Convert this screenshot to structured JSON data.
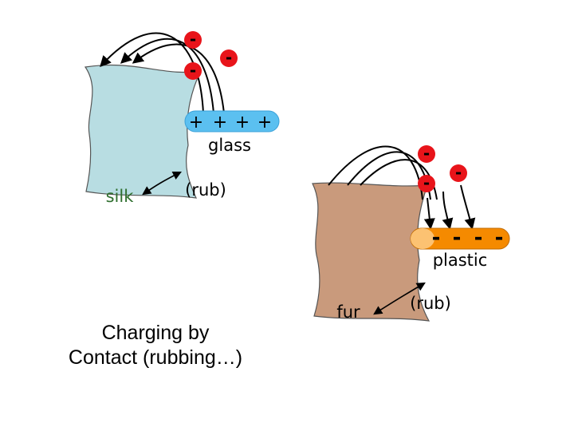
{
  "glass_panel": {
    "material_label": "silk",
    "rod_label": "glass",
    "rod_charge_signs": [
      "+",
      "+",
      "+",
      "+"
    ],
    "transferred_charges": [
      "-",
      "-",
      "-"
    ],
    "action_label": "(rub)"
  },
  "plastic_panel": {
    "material_label": "fur",
    "rod_label": "plastic",
    "rod_charge_signs": [
      "-",
      "-",
      "-",
      "-"
    ],
    "transferred_charges": [
      "-",
      "-",
      "-"
    ],
    "action_label": "(rub)"
  },
  "caption": {
    "line1": "Charging by",
    "line2": "Contact (rubbing…)"
  },
  "colors": {
    "silk": "#b8dde2",
    "fur": "#c99a7c",
    "glass_rod": "#5bc0f0",
    "plastic_rod": "#f58a00",
    "plastic_rod_tip": "#fcc272",
    "charge": "#e8141a",
    "silk_label": "#2f6f2f",
    "text": "#000000"
  }
}
